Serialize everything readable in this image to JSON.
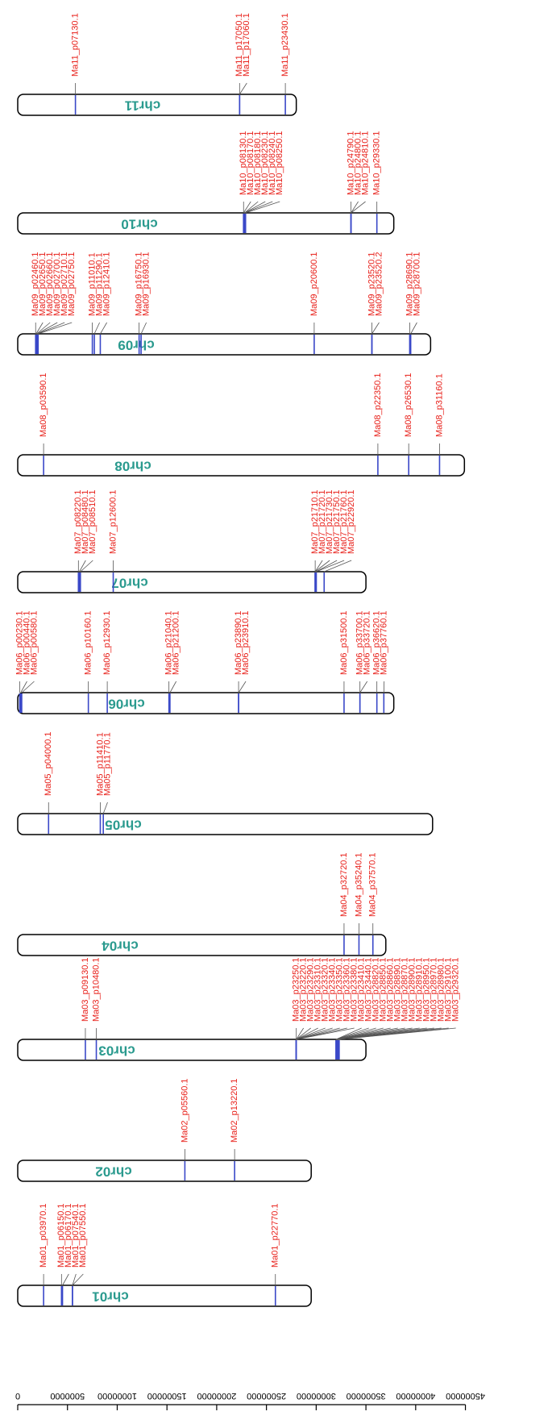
{
  "scale": {
    "ticks": [
      "0",
      "5000000",
      "10000000",
      "15000000",
      "20000000",
      "25000000",
      "30000000",
      "35000000",
      "40000000",
      "45000000"
    ]
  },
  "colors": {
    "gene_line": "#3a48c8",
    "gene_label": "#e8201a",
    "chrom_label": "#2a9a8e",
    "connector": "#555555"
  },
  "chromosomes": [
    {
      "name": "chr01",
      "length": 29500000,
      "genes": [
        {
          "name": "Ma01_p03970.1",
          "pos": 2600000
        },
        {
          "name": "Ma01_p06150.1",
          "pos": 4400000
        },
        {
          "name": "Ma01_p06170.1",
          "pos": 4500000
        },
        {
          "name": "Ma01_p07540.1",
          "pos": 5500000
        },
        {
          "name": "Ma01_p07550.1",
          "pos": 5500000
        },
        {
          "name": "Ma01_p22770.1",
          "pos": 25900000
        }
      ]
    },
    {
      "name": "chr02",
      "length": 29500000,
      "genes": [
        {
          "name": "Ma02_p05560.1",
          "pos": 16800000
        },
        {
          "name": "Ma02_p13220.1",
          "pos": 21800000
        }
      ]
    },
    {
      "name": "chr03",
      "length": 35000000,
      "genes": [
        {
          "name": "Ma03_p09130.1",
          "pos": 6800000
        },
        {
          "name": "Ma03_p10480.1",
          "pos": 7900000
        },
        {
          "name": "Ma03_p23250.1",
          "pos": 28000000
        },
        {
          "name": "Ma03_p23220.1",
          "pos": 28000000
        },
        {
          "name": "Ma03_p23290.1",
          "pos": 28000000
        },
        {
          "name": "Ma03_p23310.1",
          "pos": 28000000
        },
        {
          "name": "Ma03_p23320.1",
          "pos": 28000000
        },
        {
          "name": "Ma03_p23340.1",
          "pos": 28000000
        },
        {
          "name": "Ma03_p23350.1",
          "pos": 28000000
        },
        {
          "name": "Ma03_p23360.1",
          "pos": 28000000
        },
        {
          "name": "Ma03_p23380.1",
          "pos": 28000000
        },
        {
          "name": "Ma03_p23410.1",
          "pos": 32000000
        },
        {
          "name": "Ma03_p23440.1",
          "pos": 32000000
        },
        {
          "name": "Ma03_p28820.1",
          "pos": 32000000
        },
        {
          "name": "Ma03_p28850.1",
          "pos": 32100000
        },
        {
          "name": "Ma03_p28860.1",
          "pos": 32100000
        },
        {
          "name": "Ma03_p28890.1",
          "pos": 32100000
        },
        {
          "name": "Ma03_p28870.1",
          "pos": 32100000
        },
        {
          "name": "Ma03_p28900.1",
          "pos": 32200000
        },
        {
          "name": "Ma03_p28910.1",
          "pos": 32200000
        },
        {
          "name": "Ma03_p28950.1",
          "pos": 32200000
        },
        {
          "name": "Ma03_p28970.1",
          "pos": 32200000
        },
        {
          "name": "Ma03_p28980.1",
          "pos": 32300000
        },
        {
          "name": "Ma03_p29100.1",
          "pos": 32300000
        },
        {
          "name": "Ma03_p29320.1",
          "pos": 32300000
        }
      ]
    },
    {
      "name": "chr04",
      "length": 37000000,
      "genes": [
        {
          "name": "Ma04_p32720.1",
          "pos": 32800000
        },
        {
          "name": "Ma04_p35240.1",
          "pos": 34300000
        },
        {
          "name": "Ma04_p37570.1",
          "pos": 35700000
        }
      ]
    },
    {
      "name": "chr05",
      "length": 41700000,
      "genes": [
        {
          "name": "Ma05_p04000.1",
          "pos": 3100000
        },
        {
          "name": "Ma05_p11410.1",
          "pos": 8300000
        },
        {
          "name": "Ma05_p11770.1",
          "pos": 8600000
        }
      ]
    },
    {
      "name": "chr06",
      "length": 37800000,
      "genes": [
        {
          "name": "Ma06_p00230.1",
          "pos": 200000
        },
        {
          "name": "Ma06_p00440.1",
          "pos": 300000
        },
        {
          "name": "Ma06_p00580.1",
          "pos": 400000
        },
        {
          "name": "Ma06_p10160.1",
          "pos": 7100000
        },
        {
          "name": "Ma06_p12930.1",
          "pos": 9000000
        },
        {
          "name": "Ma06_p21040.1",
          "pos": 15200000
        },
        {
          "name": "Ma06_p21200.1",
          "pos": 15300000
        },
        {
          "name": "Ma06_p23890.1",
          "pos": 22200000
        },
        {
          "name": "Ma06_p23910.1",
          "pos": 22200000
        },
        {
          "name": "Ma06_p31500.1",
          "pos": 32800000
        },
        {
          "name": "Ma06_p33700.1",
          "pos": 34400000
        },
        {
          "name": "Ma06_p33720.1",
          "pos": 34400000
        },
        {
          "name": "Ma06_p36620.1",
          "pos": 36100000
        },
        {
          "name": "Ma06_p37760.1",
          "pos": 36800000
        }
      ]
    },
    {
      "name": "chr07",
      "length": 35000000,
      "genes": [
        {
          "name": "Ma07_p08220.1",
          "pos": 6100000
        },
        {
          "name": "Ma07_p08480.1",
          "pos": 6200000
        },
        {
          "name": "Ma07_p08510.1",
          "pos": 6300000
        },
        {
          "name": "Ma07_p12600.1",
          "pos": 9600000
        },
        {
          "name": "Ma07_p21710.1",
          "pos": 29900000
        },
        {
          "name": "Ma07_p21720.1",
          "pos": 29900000
        },
        {
          "name": "Ma07_p21730.1",
          "pos": 29900000
        },
        {
          "name": "Ma07_p21750.1",
          "pos": 30000000
        },
        {
          "name": "Ma07_p21760.1",
          "pos": 30000000
        },
        {
          "name": "Ma07_p22920.1",
          "pos": 30800000
        }
      ]
    },
    {
      "name": "chr08",
      "length": 44900000,
      "genes": [
        {
          "name": "Ma08_p03590.1",
          "pos": 2600000
        },
        {
          "name": "Ma08_p22350.1",
          "pos": 36200000
        },
        {
          "name": "Ma08_p26530.1",
          "pos": 39300000
        },
        {
          "name": "Ma08_p31160.1",
          "pos": 42400000
        }
      ]
    },
    {
      "name": "chr09",
      "length": 41500000,
      "genes": [
        {
          "name": "Ma09_p02460.1",
          "pos": 1800000
        },
        {
          "name": "Ma09_p02650.1",
          "pos": 1850000
        },
        {
          "name": "Ma09_p02660.1",
          "pos": 1900000
        },
        {
          "name": "Ma09_p02700.1",
          "pos": 1950000
        },
        {
          "name": "Ma09_p02710.1",
          "pos": 2000000
        },
        {
          "name": "Ma09_p02750.1",
          "pos": 2050000
        },
        {
          "name": "Ma09_p11010.1",
          "pos": 7500000
        },
        {
          "name": "Ma09_p11290.1",
          "pos": 7700000
        },
        {
          "name": "Ma09_p12410.1",
          "pos": 8300000
        },
        {
          "name": "Ma09_p16750.1",
          "pos": 12200000
        },
        {
          "name": "Ma09_p16930.1",
          "pos": 12400000
        },
        {
          "name": "Ma09_p20600.1",
          "pos": 29800000
        },
        {
          "name": "Ma09_p23520.1",
          "pos": 35600000
        },
        {
          "name": "Ma09_p23520.2",
          "pos": 35600000
        },
        {
          "name": "Ma09_p28690.1",
          "pos": 39400000
        },
        {
          "name": "Ma09_p28700.1",
          "pos": 39500000
        }
      ]
    },
    {
      "name": "chr10",
      "length": 37800000,
      "genes": [
        {
          "name": "Ma10_p08130.1",
          "pos": 22700000
        },
        {
          "name": "Ma10_p08170.1",
          "pos": 22700000
        },
        {
          "name": "Ma10_p08180.1",
          "pos": 22800000
        },
        {
          "name": "Ma10_p08230.1",
          "pos": 22800000
        },
        {
          "name": "Ma10_p08240.1",
          "pos": 22800000
        },
        {
          "name": "Ma10_p08250.1",
          "pos": 22900000
        },
        {
          "name": "Ma10_p24790.1",
          "pos": 33500000
        },
        {
          "name": "Ma10_p24800.1",
          "pos": 33500000
        },
        {
          "name": "Ma10_p24810.1",
          "pos": 33500000
        },
        {
          "name": "Ma10_p29330.1",
          "pos": 36100000
        }
      ]
    },
    {
      "name": "chr11",
      "length": 28000000,
      "genes": [
        {
          "name": "Ma11_p07130.1",
          "pos": 5800000
        },
        {
          "name": "Ma11_p17050.1",
          "pos": 22300000
        },
        {
          "name": "Ma11_p17060.1",
          "pos": 22300000
        },
        {
          "name": "Ma11_p23430.1",
          "pos": 26900000
        }
      ]
    }
  ]
}
